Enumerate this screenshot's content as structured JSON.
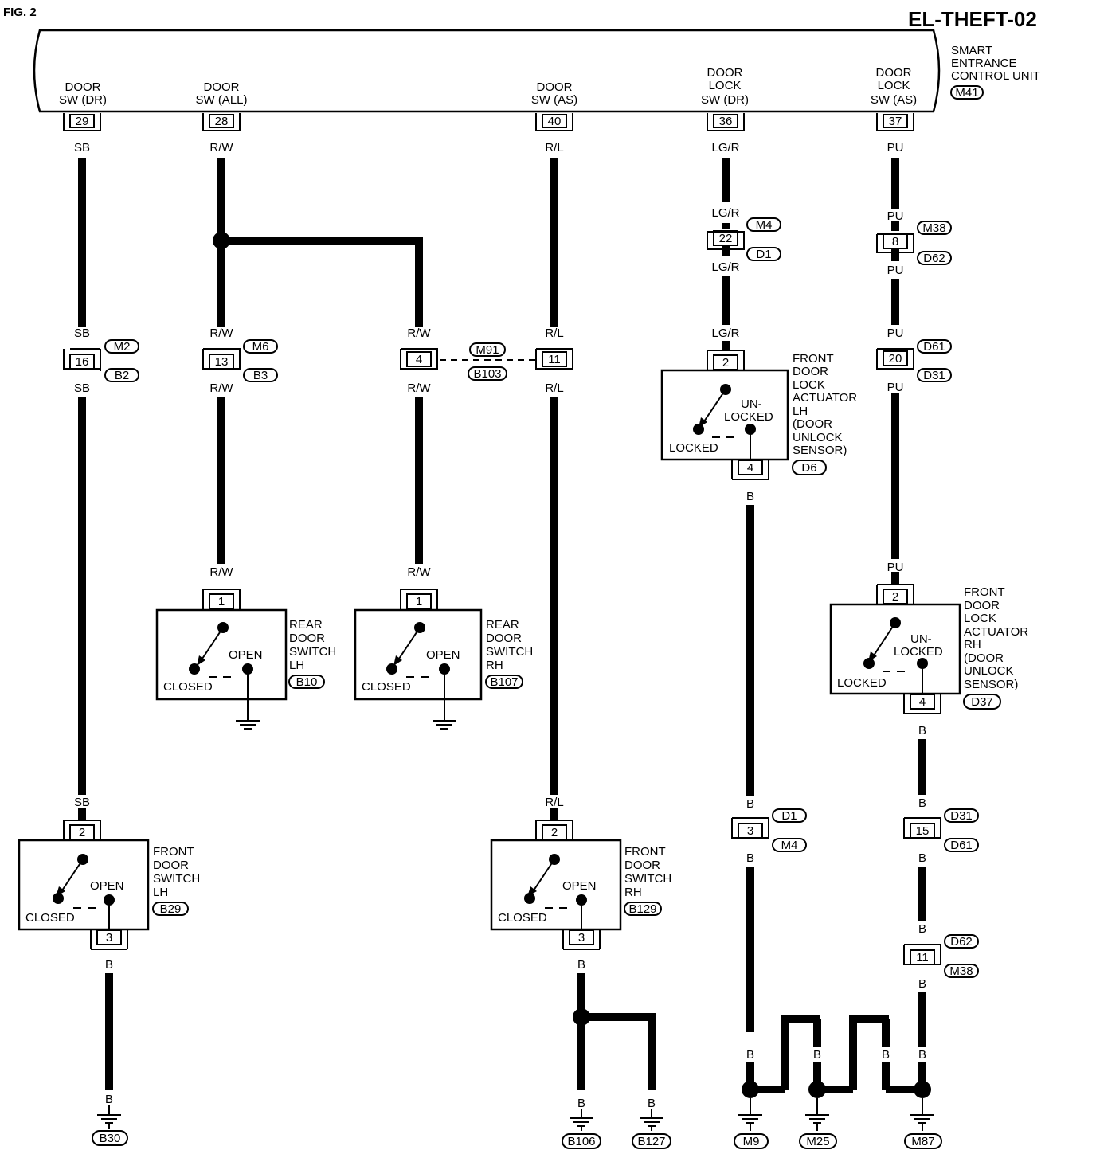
{
  "header": {
    "fig": "FIG. 2",
    "code": "EL-THEFT-02"
  },
  "unit": {
    "name_lines": [
      "SMART",
      "ENTRANCE",
      "CONTROL UNIT"
    ],
    "connector": "M41",
    "terminals": [
      {
        "lines": [
          "DOOR",
          "SW (DR)"
        ],
        "pin": "29"
      },
      {
        "lines": [
          "DOOR",
          "SW (ALL)"
        ],
        "pin": "28"
      },
      {
        "lines": [
          "DOOR",
          "SW (AS)"
        ],
        "pin": "40"
      },
      {
        "lines": [
          "DOOR",
          "LOCK",
          "SW (DR)"
        ],
        "pin": "36"
      },
      {
        "lines": [
          "DOOR",
          "LOCK",
          "SW (AS)"
        ],
        "pin": "37"
      }
    ]
  },
  "wire_colors": {
    "sb": "SB",
    "rw": "R/W",
    "rl": "R/L",
    "lgr": "LG/R",
    "pu": "PU",
    "b": "B"
  },
  "connectors": {
    "c16": {
      "pin": "16",
      "top": "M2",
      "bottom": "B2"
    },
    "c13": {
      "pin": "13",
      "top": "M6",
      "bottom": "B3"
    },
    "c4": {
      "pin": "4"
    },
    "c11": {
      "pin": "11"
    },
    "c4_11_refs": {
      "top": "M91",
      "bottom": "B103"
    },
    "c22": {
      "pin": "22",
      "top": "M4",
      "bottom": "D1"
    },
    "c8": {
      "pin": "8",
      "top": "M38",
      "bottom": "D62"
    },
    "c20": {
      "pin": "20",
      "top": "D61",
      "bottom": "D31"
    },
    "c3": {
      "pin": "3",
      "top": "D1",
      "bottom": "M4"
    },
    "c15": {
      "pin": "15",
      "top": "D31",
      "bottom": "D61"
    },
    "c11b": {
      "pin": "11",
      "top": "D62",
      "bottom": "M38"
    }
  },
  "components": {
    "front_door_lh": {
      "lines": [
        "FRONT",
        "DOOR",
        "SWITCH",
        "LH"
      ],
      "ref": "B29",
      "pin_in": "2",
      "pin_out": "3",
      "open": "OPEN",
      "closed": "CLOSED"
    },
    "front_door_rh": {
      "lines": [
        "FRONT",
        "DOOR",
        "SWITCH",
        "RH"
      ],
      "ref": "B129",
      "pin_in": "2",
      "pin_out": "3",
      "open": "OPEN",
      "closed": "CLOSED"
    },
    "rear_door_lh": {
      "lines": [
        "REAR",
        "DOOR",
        "SWITCH",
        "LH"
      ],
      "ref": "B10",
      "pin_in": "1",
      "open": "OPEN",
      "closed": "CLOSED"
    },
    "rear_door_rh": {
      "lines": [
        "REAR",
        "DOOR",
        "SWITCH",
        "RH"
      ],
      "ref": "B107",
      "pin_in": "1",
      "open": "OPEN",
      "closed": "CLOSED"
    },
    "actuator_lh": {
      "lines": [
        "FRONT",
        "DOOR",
        "LOCK",
        "ACTUATOR",
        "LH",
        "(DOOR",
        "UNLOCK",
        "SENSOR)"
      ],
      "ref": "D6",
      "pin_in": "2",
      "pin_out": "4",
      "unlocked1": "UN-",
      "unlocked2": "LOCKED",
      "locked": "LOCKED"
    },
    "actuator_rh": {
      "lines": [
        "FRONT",
        "DOOR",
        "LOCK",
        "ACTUATOR",
        "RH",
        "(DOOR",
        "UNLOCK",
        "SENSOR)"
      ],
      "ref": "D37",
      "pin_in": "2",
      "pin_out": "4",
      "unlocked1": "UN-",
      "unlocked2": "LOCKED",
      "locked": "LOCKED"
    }
  },
  "grounds": [
    "B30",
    "B106",
    "B127",
    "M9",
    "M25",
    "M87"
  ]
}
